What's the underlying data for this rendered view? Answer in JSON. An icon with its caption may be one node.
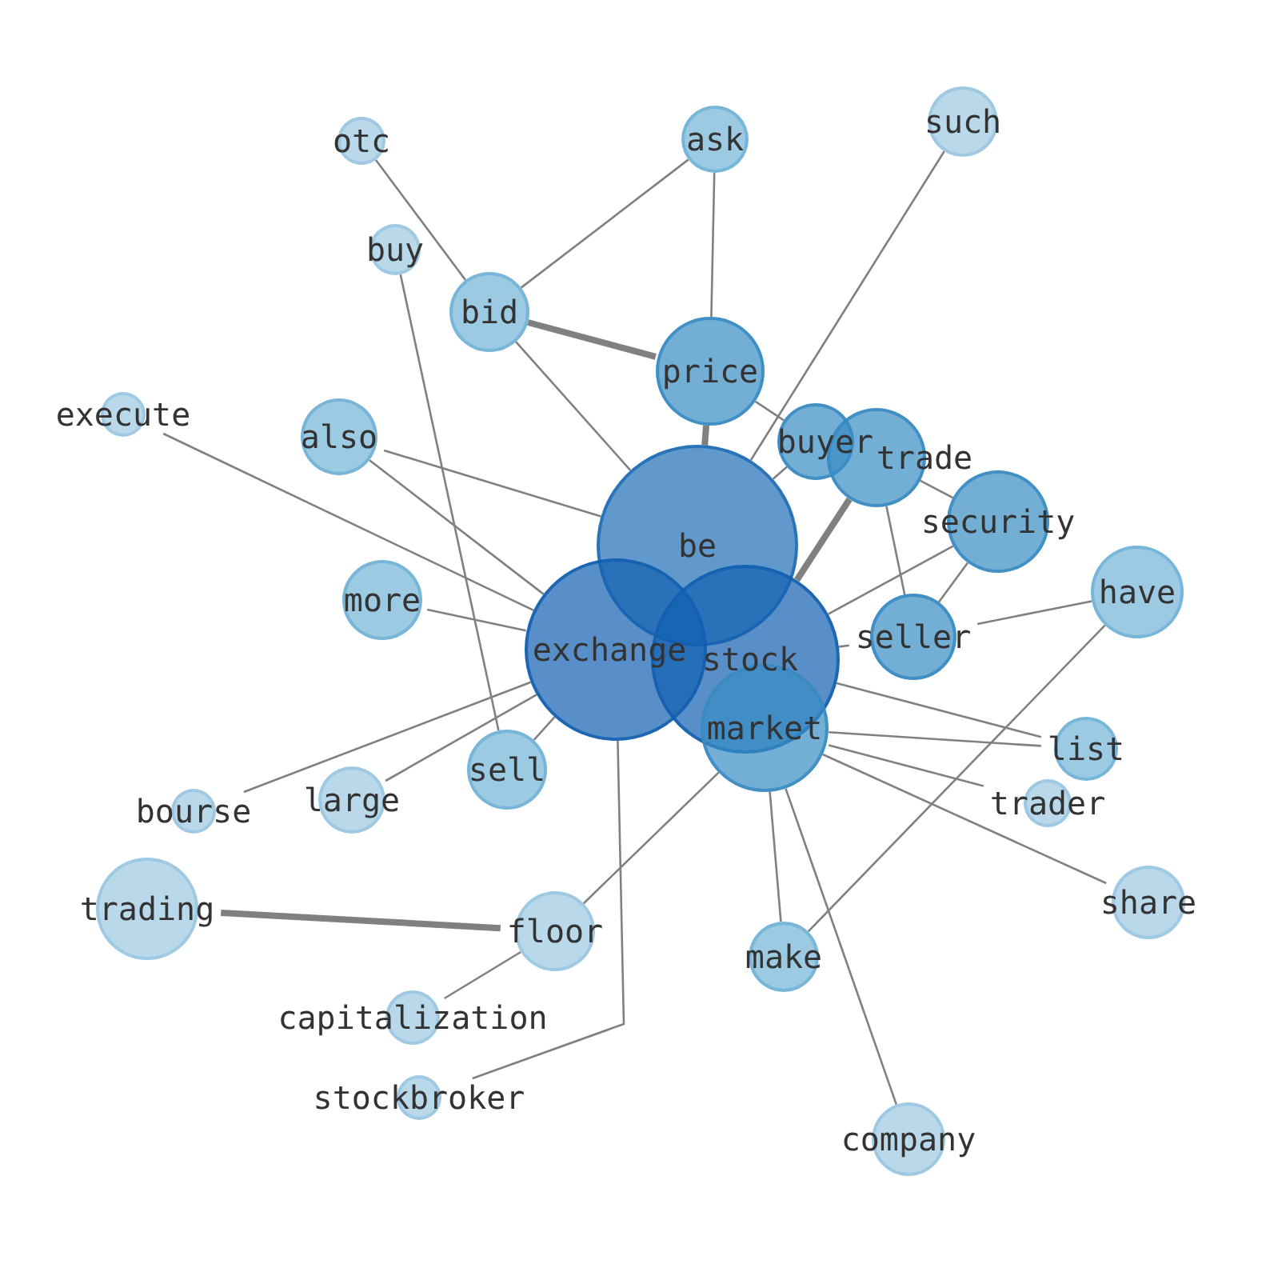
{
  "diagram": {
    "nodes": [
      {
        "text": [
          "such"
        ]
      },
      {
        "text": [
          "otc"
        ]
      },
      {
        "text": [
          "ask"
        ]
      },
      {
        "text": [
          "buy"
        ]
      },
      {
        "text": [
          "bid"
        ]
      },
      {
        "text": [
          "price"
        ]
      },
      {
        "text": [
          "execute"
        ]
      },
      {
        "text": [
          "also"
        ]
      },
      {
        "text": [
          "buyer"
        ]
      },
      {
        "text": [
          "trade"
        ]
      },
      {
        "text": [
          "security"
        ]
      },
      {
        "text": [
          "be"
        ]
      },
      {
        "text": [
          "more"
        ]
      },
      {
        "text": [
          "have"
        ]
      },
      {
        "text": [
          "seller"
        ]
      },
      {
        "text": [
          "exchange"
        ]
      },
      {
        "text": [
          "stock"
        ]
      },
      {
        "text": [
          "market"
        ]
      },
      {
        "text": [
          "list"
        ]
      },
      {
        "text": [
          "trader"
        ]
      },
      {
        "text": [
          "large"
        ]
      },
      {
        "text": [
          "sell"
        ]
      },
      {
        "text": [
          "bourse"
        ]
      },
      {
        "text": [
          "share"
        ]
      },
      {
        "text": [
          "trading"
        ]
      },
      {
        "text": [
          "floor"
        ]
      },
      {
        "text": [
          "make"
        ]
      },
      {
        "text": [
          "capitalization"
        ]
      },
      {
        "text": [
          "stockbroker"
        ]
      },
      {
        "text": [
          "company"
        ]
      }
    ],
    "edges": [
      {
        "from": 1,
        "to": 4,
        "arrow": "none"
      },
      {
        "from": 3,
        "to": 21,
        "arrow": "none"
      },
      {
        "from": 4,
        "to": 2,
        "arrow": "none"
      },
      {
        "from": 4,
        "to": 5,
        "arrow": "none",
        "style": "thick"
      },
      {
        "from": 2,
        "to": 5,
        "arrow": "none"
      },
      {
        "from": 4,
        "to": 11,
        "arrow": "none"
      },
      {
        "from": 0,
        "to": 11,
        "arrow": "none"
      },
      {
        "from": 5,
        "to": 11,
        "arrow": "none",
        "style": "thick"
      },
      {
        "from": 5,
        "to": 8,
        "arrow": "none"
      },
      {
        "from": 8,
        "to": 11,
        "arrow": "none"
      },
      {
        "from": 9,
        "to": 16,
        "arrow": "none",
        "style": "thick"
      },
      {
        "from": 9,
        "to": 10,
        "arrow": "none"
      },
      {
        "from": 9,
        "to": 14,
        "arrow": "none"
      },
      {
        "from": 10,
        "to": 16,
        "arrow": "none"
      },
      {
        "from": 10,
        "to": 14,
        "arrow": "none"
      },
      {
        "from": 14,
        "to": 13,
        "arrow": "none"
      },
      {
        "from": 13,
        "to": 26,
        "arrow": "none"
      },
      {
        "from": 16,
        "to": 18,
        "arrow": "none"
      },
      {
        "from": 17,
        "to": 18,
        "arrow": "none"
      },
      {
        "from": 17,
        "to": 19,
        "arrow": "none"
      },
      {
        "from": 17,
        "to": 23,
        "arrow": "none"
      },
      {
        "from": 17,
        "to": 26,
        "arrow": "none"
      },
      {
        "from": 17,
        "to": 29,
        "arrow": "none"
      },
      {
        "from": 12,
        "to": 15,
        "arrow": "none"
      },
      {
        "from": 7,
        "to": 11,
        "arrow": "none"
      },
      {
        "from": 7,
        "to": 15,
        "arrow": "none"
      },
      {
        "from": 6,
        "to": 15,
        "arrow": "none"
      },
      {
        "from": 22,
        "to": 15,
        "arrow": "none"
      },
      {
        "from": 20,
        "to": 15,
        "arrow": "none"
      },
      {
        "from": 21,
        "to": 15,
        "arrow": "none"
      },
      {
        "from": 24,
        "to": 25,
        "arrow": "none",
        "style": "thick"
      },
      {
        "from": 27,
        "to": 25,
        "arrow": "none"
      },
      {
        "from": 25,
        "to": 17,
        "arrow": "none"
      },
      {
        "from": 28,
        "to": 15,
        "arrow": "none"
      },
      {
        "from": 16,
        "to": 14,
        "arrow": "none"
      }
    ]
  }
}
